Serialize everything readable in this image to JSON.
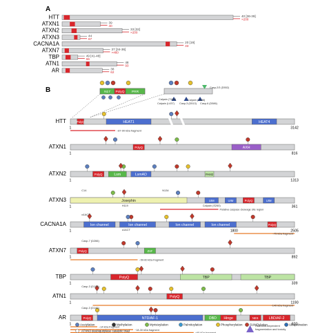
{
  "panel_a": {
    "label": "A",
    "proteins": [
      {
        "name": "HTT",
        "len": 1.0,
        "poly": [
          0.01,
          0.045
        ],
        "repeat_label": "40 [36-39]",
        "path_label": ">200"
      },
      {
        "name": "ATXN1",
        "len": 0.224,
        "poly": [
          0.045,
          0.075
        ],
        "repeat_label": "39",
        "path_label": "40"
      },
      {
        "name": "ATXN2",
        "len": 0.351,
        "poly": [
          0.055,
          0.085
        ],
        "repeat_label": "33 [32]",
        "path_label": ">200"
      },
      {
        "name": "ATXN3",
        "len": 0.105,
        "poly": [
          0.07,
          0.09
        ],
        "repeat_label": "44",
        "path_label": "87"
      },
      {
        "name": "CACNA1A",
        "len": 0.67,
        "poly": [
          0.605,
          0.63
        ],
        "repeat_label": "20 [19]",
        "path_label": "33"
      },
      {
        "name": "ATXN7",
        "len": 0.24,
        "poly": [
          0.015,
          0.04
        ],
        "repeat_label": "37 [34-36]",
        "path_label": ">460"
      },
      {
        "name": "TBP",
        "len": 0.092,
        "poly": [
          0.02,
          0.05
        ],
        "repeat_label": "49 [41-48]",
        "path_label": "66"
      },
      {
        "name": "ATN1",
        "len": 0.32,
        "poly": [
          0.14,
          0.16
        ],
        "repeat_label": "48",
        "path_label": "93"
      },
      {
        "name": "AR",
        "len": 0.235,
        "poly": [
          0.02,
          0.045
        ],
        "repeat_label": "38",
        "path_label": "62"
      }
    ]
  },
  "panel_b": {
    "label": "B",
    "inset_domains": [
      "N17",
      "PolyQ",
      "PRR"
    ],
    "inset_labels": [
      "Casp-2/3 (D552)",
      "Casp-3 (D513)",
      "Casp-6 (D586)",
      "Calpain (T469)",
      "Calpain (S536)",
      "Calpain (L437)"
    ],
    "rows": [
      {
        "name": "HTT",
        "end": "3142",
        "domains": [
          {
            "t": "PolyQ",
            "s": 0.03,
            "e": 0.06,
            "c": "#d9262c"
          },
          {
            "t": "HEAT1",
            "s": 0.16,
            "e": 0.36,
            "c": "#4c6fcf"
          },
          {
            "t": "HEAT4",
            "s": 0.81,
            "e": 0.92,
            "c": "#4c6fcf"
          }
        ],
        "bars": [
          {
            "t": "~87-90 kDa fragment",
            "s": 0.0,
            "e": 0.2,
            "c": "#d9262c"
          }
        ]
      },
      {
        "name": "ATXN1",
        "end": "816",
        "domains": [
          {
            "t": "PolyQ",
            "s": 0.28,
            "e": 0.33,
            "c": "#d9262c"
          },
          {
            "t": "AXH",
            "s": 0.72,
            "e": 0.85,
            "c": "#9a5fc8"
          }
        ],
        "bars": []
      },
      {
        "name": "ATXN2",
        "end": "1313",
        "domains": [
          {
            "t": "PolyQ",
            "s": 0.1,
            "e": 0.15,
            "c": "#d9262c"
          },
          {
            "t": "Lsm",
            "s": 0.17,
            "e": 0.25,
            "c": "#58b84a"
          },
          {
            "t": "LsmAD",
            "s": 0.27,
            "e": 0.36,
            "c": "#4c6fcf"
          },
          {
            "t": "PAM2",
            "s": 0.6,
            "e": 0.64,
            "c": "#bde4a4"
          }
        ],
        "bars": []
      },
      {
        "name": "ATXN3",
        "end": "361",
        "domains": [
          {
            "t": "Josephin",
            "s": 0.0,
            "e": 0.52,
            "c": "#eef1b0"
          },
          {
            "t": "UIM",
            "s": 0.6,
            "e": 0.66,
            "c": "#4c6fcf"
          },
          {
            "t": "UIM",
            "s": 0.69,
            "e": 0.74,
            "c": "#4c6fcf"
          },
          {
            "t": "PolyQ",
            "s": 0.77,
            "e": 0.82,
            "c": "#d9262c"
          },
          {
            "t": "UIM",
            "s": 0.86,
            "e": 0.91,
            "c": "#4c6fcf"
          }
        ],
        "bars": [
          {
            "t": "Putative caspase cleavage site region",
            "s": 0.4,
            "e": 0.66,
            "c": "#d9262c"
          }
        ],
        "sub": [
          "C14",
          "H119",
          "N134",
          "Calpain (S260)"
        ]
      },
      {
        "name": "CACNA1A",
        "end": "2505",
        "domains": [
          {
            "t": "Ion channel",
            "s": 0.06,
            "e": 0.2,
            "c": "#4c6fcf"
          },
          {
            "t": "Ion channel",
            "s": 0.22,
            "e": 0.38,
            "c": "#4c6fcf"
          },
          {
            "t": "Ion channel",
            "s": 0.44,
            "e": 0.58,
            "c": "#4c6fcf"
          },
          {
            "t": "Ion channel",
            "s": 0.6,
            "e": 0.74,
            "c": "#4c6fcf"
          },
          {
            "t": "PolyQ",
            "s": 0.88,
            "e": 0.92,
            "c": "#d9262c"
          }
        ],
        "bars": [
          {
            "t": "~75 kDa fragment",
            "s": 0.73,
            "e": 1.0,
            "c": "#e87a28"
          }
        ],
        "sub": [
          "α1ACT",
          "α1ACT"
        ],
        "tick": "1800"
      },
      {
        "name": "ATXN7",
        "end": "892",
        "domains": [
          {
            "t": "PolyQ",
            "s": 0.03,
            "e": 0.08,
            "c": "#d9262c"
          },
          {
            "t": "ZnF",
            "s": 0.33,
            "e": 0.38,
            "c": "#58b84a"
          }
        ],
        "bars": [
          {
            "t": "~50-60 kDa fragment",
            "s": 0.0,
            "e": 0.3,
            "c": "#e87a28"
          }
        ],
        "sub": [
          "Casp-7 (D266)"
        ]
      },
      {
        "name": "TBP",
        "end": "339",
        "domains": [
          {
            "t": "PolyQ",
            "s": 0.18,
            "e": 0.3,
            "c": "#d9262c"
          },
          {
            "t": "TBP",
            "s": 0.49,
            "e": 0.72,
            "c": "#bde4a4"
          },
          {
            "t": "TBP",
            "s": 0.76,
            "e": 1.0,
            "c": "#bde4a4"
          }
        ],
        "bars": []
      },
      {
        "name": "ATN1",
        "end": "1190",
        "domains": [
          {
            "t": "PolyQ",
            "s": 0.43,
            "e": 0.5,
            "c": "#d9262c"
          }
        ],
        "bars": [
          {
            "t": "~140 kDa fragment",
            "s": 0.1,
            "e": 1.0,
            "c": "#e87a28"
          }
        ],
        "sub": [
          "Casp-3 (D109)"
        ]
      },
      {
        "name": "AR",
        "end": "920",
        "domains": [
          {
            "t": "PolyQ",
            "s": 0.05,
            "e": 0.1,
            "c": "#d9262c"
          },
          {
            "t": "NTD/AF-1",
            "s": 0.12,
            "e": 0.59,
            "c": "#4c6fcf"
          },
          {
            "t": "DBD",
            "s": 0.6,
            "e": 0.67,
            "c": "#58b84a"
          },
          {
            "t": "Hinge",
            "s": 0.67,
            "e": 0.74,
            "c": "#d9262c"
          },
          {
            "t": "NES",
            "s": 0.8,
            "e": 0.85,
            "c": "#d9262c"
          },
          {
            "t": "LBD/AF-2",
            "s": 0.86,
            "e": 0.98,
            "c": "#d9262c"
          }
        ],
        "bars": [
          {
            "t": "~14 kDa fragment",
            "s": 0.0,
            "e": 0.12,
            "c": "#e87a28"
          },
          {
            "t": "~18-30 kDa fragment",
            "s": 0.0,
            "e": 0.28,
            "c": "#e87a28"
          },
          {
            "t": "~65 kDa fragment",
            "s": 0.0,
            "e": 0.55,
            "c": "#e87a28"
          },
          {
            "t": "Modulation of aggregation",
            "s": 0.0,
            "e": 0.55,
            "c": "#9a5fc8"
          }
        ],
        "sub": [
          "Casp-3 (D146)",
          "Hormone-dependent",
          "fragmentation and toxicity"
        ]
      }
    ]
  },
  "legend": {
    "items": [
      {
        "label": "Acetylation",
        "color": "#5c7fbf"
      },
      {
        "label": "Methylation",
        "color": "#333333"
      },
      {
        "label": "Myristoylation",
        "color": "#7dbb4a"
      },
      {
        "label": "Palmitoylation",
        "color": "#3c9ad2"
      },
      {
        "label": "Phosphorylation",
        "color": "#e5c02c"
      },
      {
        "label": "SUMOylation",
        "color": "#c0392b"
      },
      {
        "label": "Ubiquitination",
        "color": "#2f6fb5"
      }
    ],
    "extra": "ATXN3 deubiquitylase catalytic triad"
  }
}
